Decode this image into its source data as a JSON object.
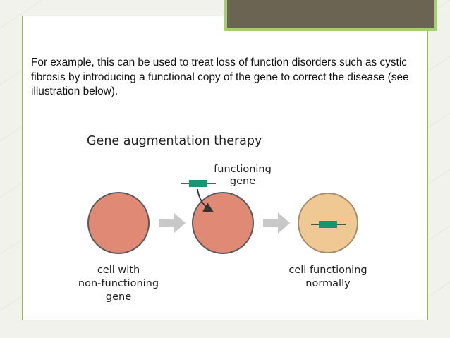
{
  "slide": {
    "body_text": "For example, this can be used to treat loss of function disorders such as cystic fibrosis by introducing a functional copy of the gene to correct the disease (see illustration below)."
  },
  "diagram": {
    "title": "Gene augmentation therapy",
    "gene_label_line1": "functioning",
    "gene_label_line2": "gene",
    "cell1_label_line1": "cell with",
    "cell1_label_line2": "non-functioning",
    "cell1_label_line3": "gene",
    "cell3_label_line1": "cell functioning",
    "cell3_label_line2": "normally"
  },
  "colors": {
    "accent_green": "#8cbf4a",
    "title_bar": "#6b6453",
    "cell_red": "#e08974",
    "cell_outline": "#595959",
    "cell_healthy": "#efc894",
    "gene_teal": "#139775",
    "arrow_grey": "#c8c8c8"
  }
}
